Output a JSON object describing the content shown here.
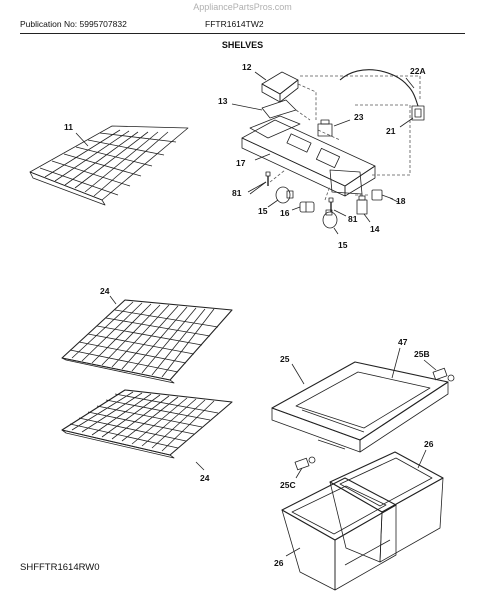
{
  "watermark": "AppliancePartsPros.com",
  "header": {
    "publication": "Publication No: 5995707832",
    "model": "FFTR1614TW2"
  },
  "title": "SHELVES",
  "footer": "SHFFTR1614RW0",
  "callouts": {
    "c11": "11",
    "c12": "12",
    "c13": "13",
    "c14": "14",
    "c15a": "15",
    "c15b": "15",
    "c16": "16",
    "c17": "17",
    "c18": "18",
    "c21": "21",
    "c22a": "22A",
    "c23": "23",
    "c24a": "24",
    "c24b": "24",
    "c25": "25",
    "c25b": "25B",
    "c25c": "25C",
    "c26a": "26",
    "c26b": "26",
    "c47": "47",
    "c81a": "81",
    "c81b": "81"
  }
}
